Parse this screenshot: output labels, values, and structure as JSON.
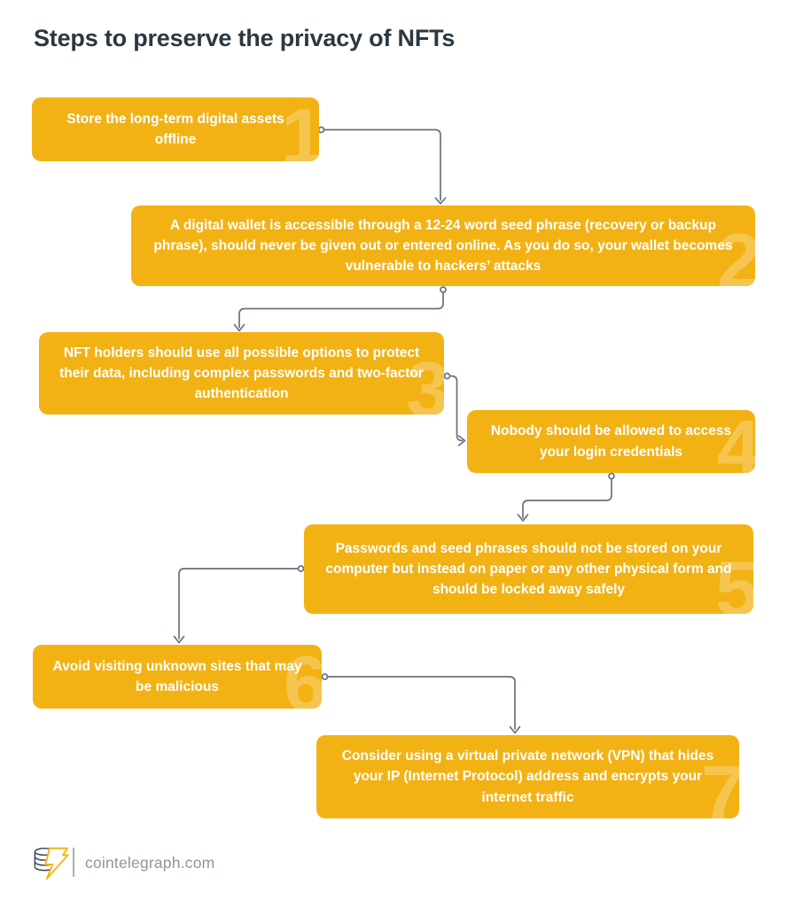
{
  "title": "Steps to preserve the privacy of NFTs",
  "steps": [
    {
      "number": "1",
      "text": "Store the long-term digital assets offline"
    },
    {
      "number": "2",
      "text": "A digital wallet is accessible through a 12-24 word seed phrase (recovery or backup phrase), should never be given out or entered online. As you do so, your wallet becomes vulnerable to hackers’ attacks"
    },
    {
      "number": "3",
      "text": "NFT holders should use all possible options to protect their data, including complex passwords and two-factor authentication"
    },
    {
      "number": "4",
      "text": "Nobody should be allowed to access your login credentials"
    },
    {
      "number": "5",
      "text": "Passwords and seed phrases should not be stored on your computer but instead on paper or any other physical form and should be locked away safely"
    },
    {
      "number": "6",
      "text": "Avoid visiting unknown sites that may be malicious"
    },
    {
      "number": "7",
      "text": "Consider using a virtual private network (VPN) that hides your IP (Internet Protocol) address and encrypts your internet traffic"
    }
  ],
  "footer": {
    "brand": "cointelegraph.com",
    "logo_icon": "coin-stack-with-lightning-bolt"
  },
  "colors": {
    "background": "#FFFFFF",
    "box_fill": "#F2B214",
    "box_text": "#FFFFFF",
    "number_watermark": "rgba(255,255,255,0.25)",
    "connector": "#66737F",
    "title_text": "#2B3840",
    "footer_text": "#8D979E",
    "logo_bolt": "#F5B617"
  }
}
